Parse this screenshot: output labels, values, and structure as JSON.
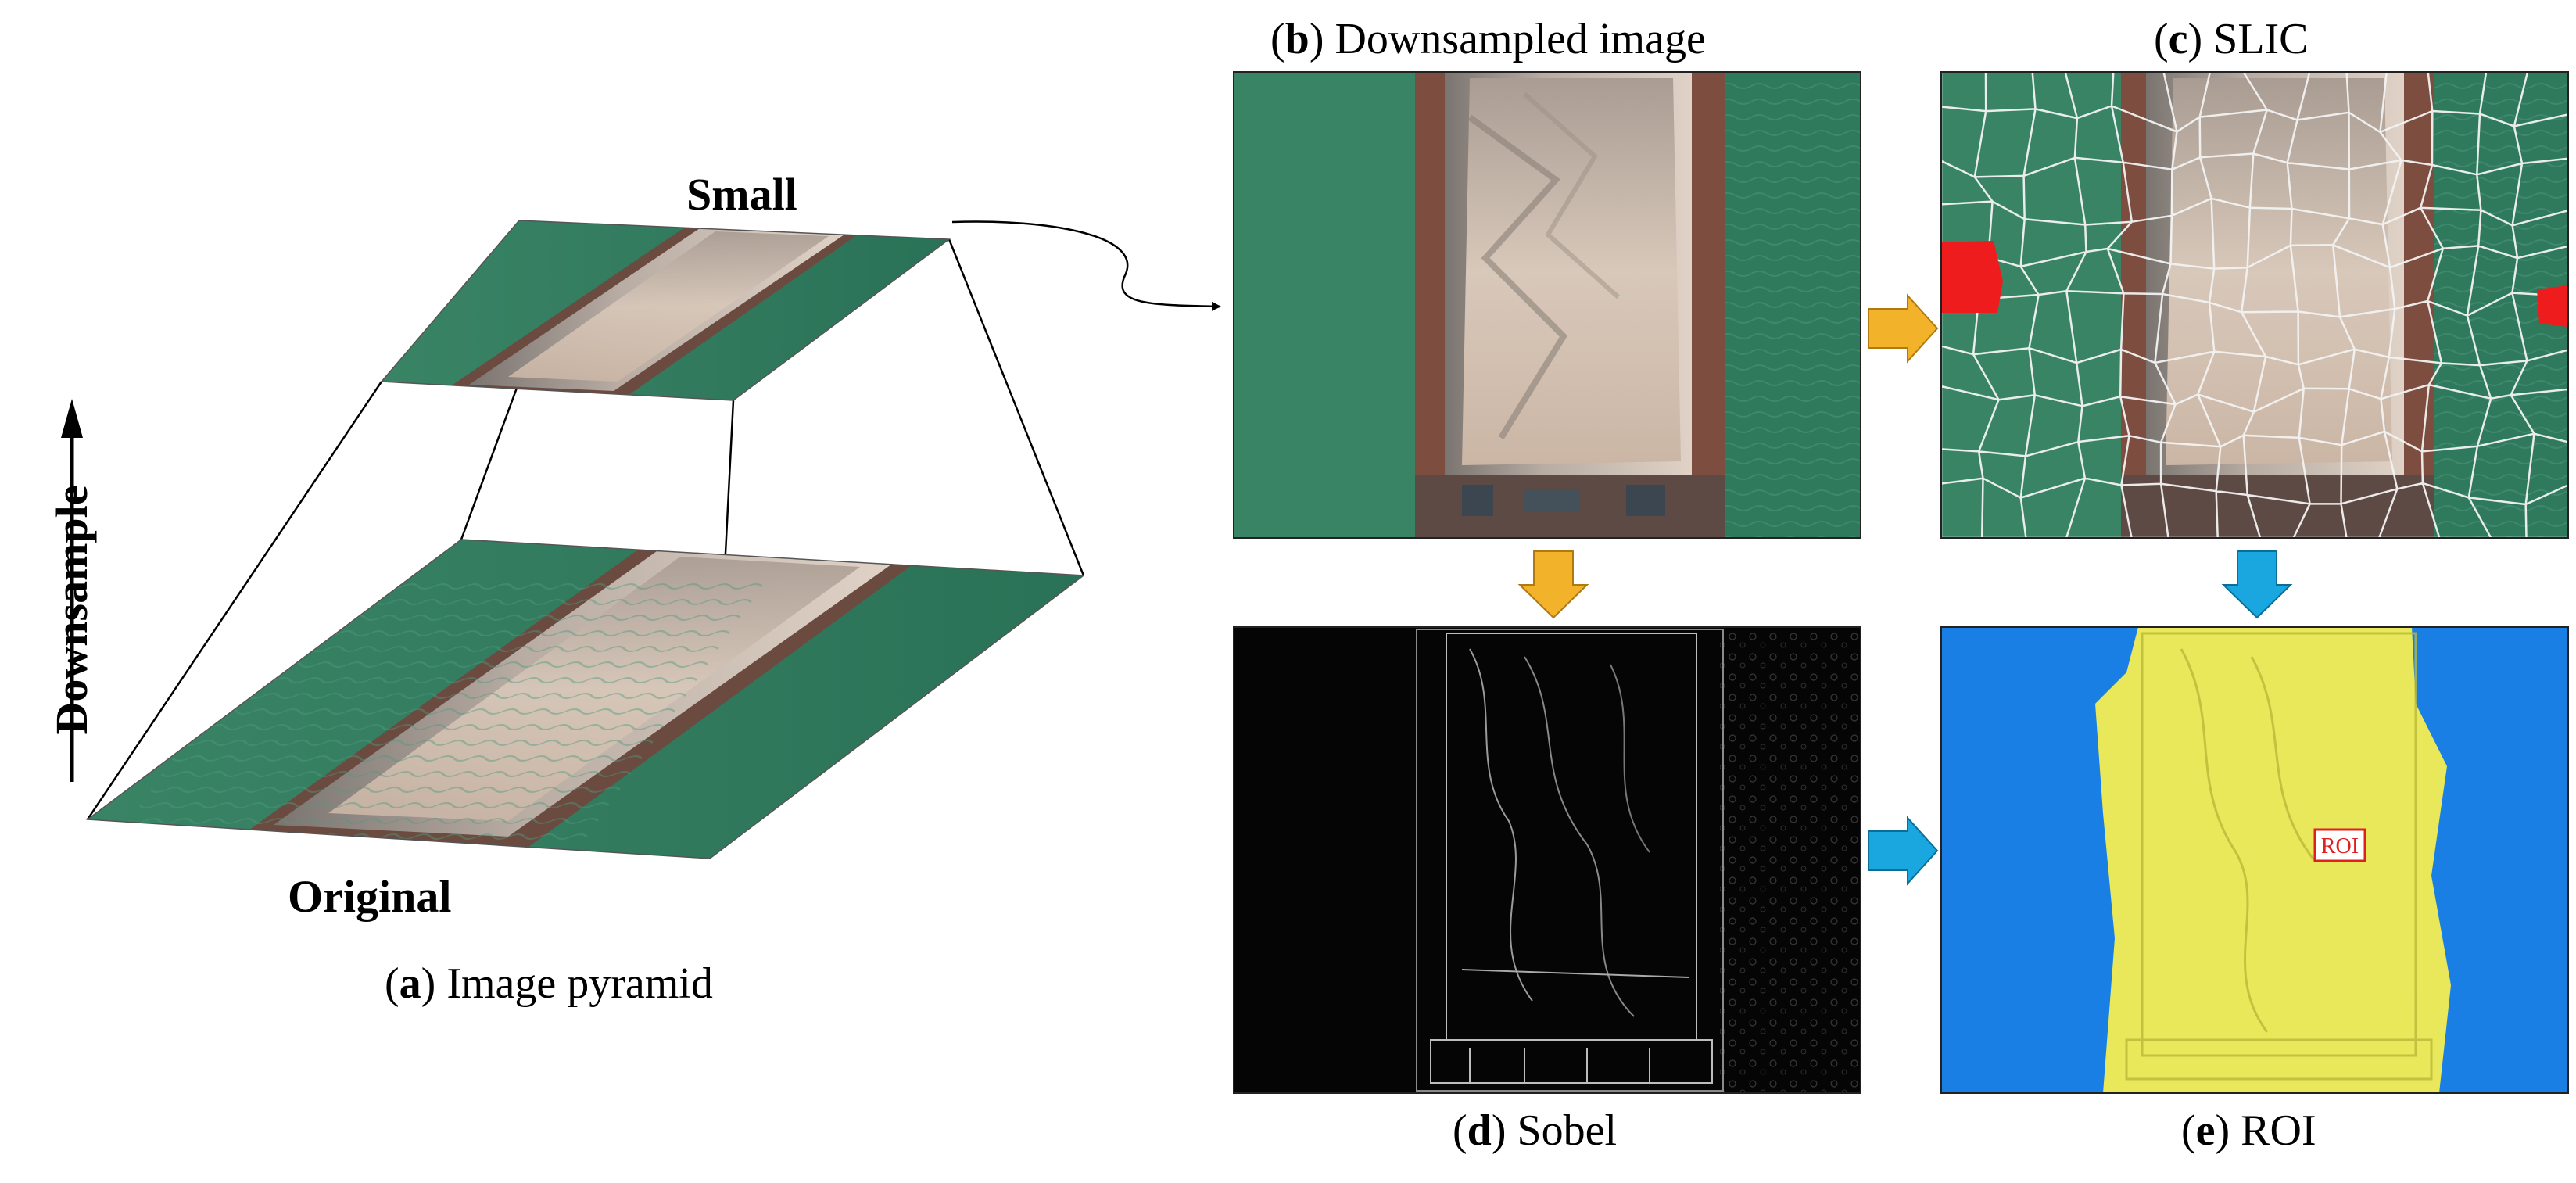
{
  "pyramid": {
    "small_label": "Small",
    "original_label": "Original",
    "axis_label": "Downsample",
    "caption_letter": "a",
    "caption_text": " Image pyramid"
  },
  "panels": {
    "b": {
      "letter": "b",
      "text": " Downsampled image"
    },
    "c": {
      "letter": "c",
      "text": " SLIC"
    },
    "d": {
      "letter": "d",
      "text": " Sobel"
    },
    "e": {
      "letter": "e",
      "text": " ROI",
      "roi_tag": "ROI"
    }
  },
  "colors": {
    "water": "#2f7a5c",
    "water_dark": "#25654c",
    "sand": "#c9b9ab",
    "deck": "#8a5a4a",
    "orange_arrow": "#f2b32a",
    "blue_arrow": "#1aa6df",
    "roi_blue": "#1a7fe5",
    "roi_yellow": "#e8e85a",
    "slic_red": "#ee1c1c"
  }
}
